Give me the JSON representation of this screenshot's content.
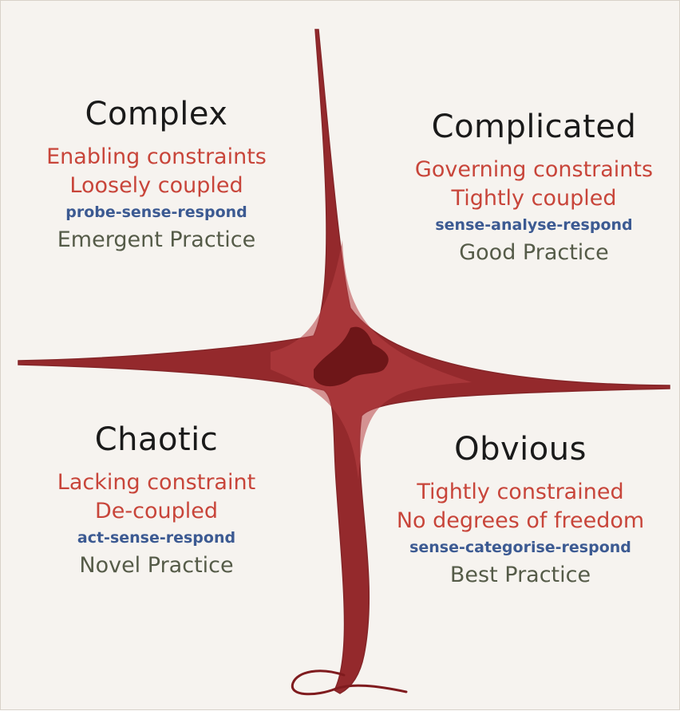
{
  "quadrants": {
    "complex": {
      "title": "Complex",
      "constraint": "Enabling constraints",
      "coupling": "Loosely coupled",
      "method": "probe-sense-respond",
      "practice": "Emergent Practice"
    },
    "complicated": {
      "title": "Complicated",
      "constraint": "Governing constraints",
      "coupling": "Tightly coupled",
      "method": "sense-analyse-respond",
      "practice": "Good Practice"
    },
    "chaotic": {
      "title": "Chaotic",
      "constraint": "Lacking constraint",
      "coupling": "De-coupled",
      "method": "act-sense-respond",
      "practice": "Novel Practice"
    },
    "obvious": {
      "title": "Obvious",
      "constraint": "Tightly constrained",
      "coupling": "No degrees of freedom",
      "method": "sense-categorise-respond",
      "practice": "Best Practice"
    }
  },
  "colors": {
    "background": "#f6f3ef",
    "divider": "#8f1f22",
    "center": "#6e1618",
    "title": "#1a1a1a",
    "constraint_text": "#c8453a",
    "method_text": "#3c5a92",
    "practice_text": "#555b48"
  }
}
